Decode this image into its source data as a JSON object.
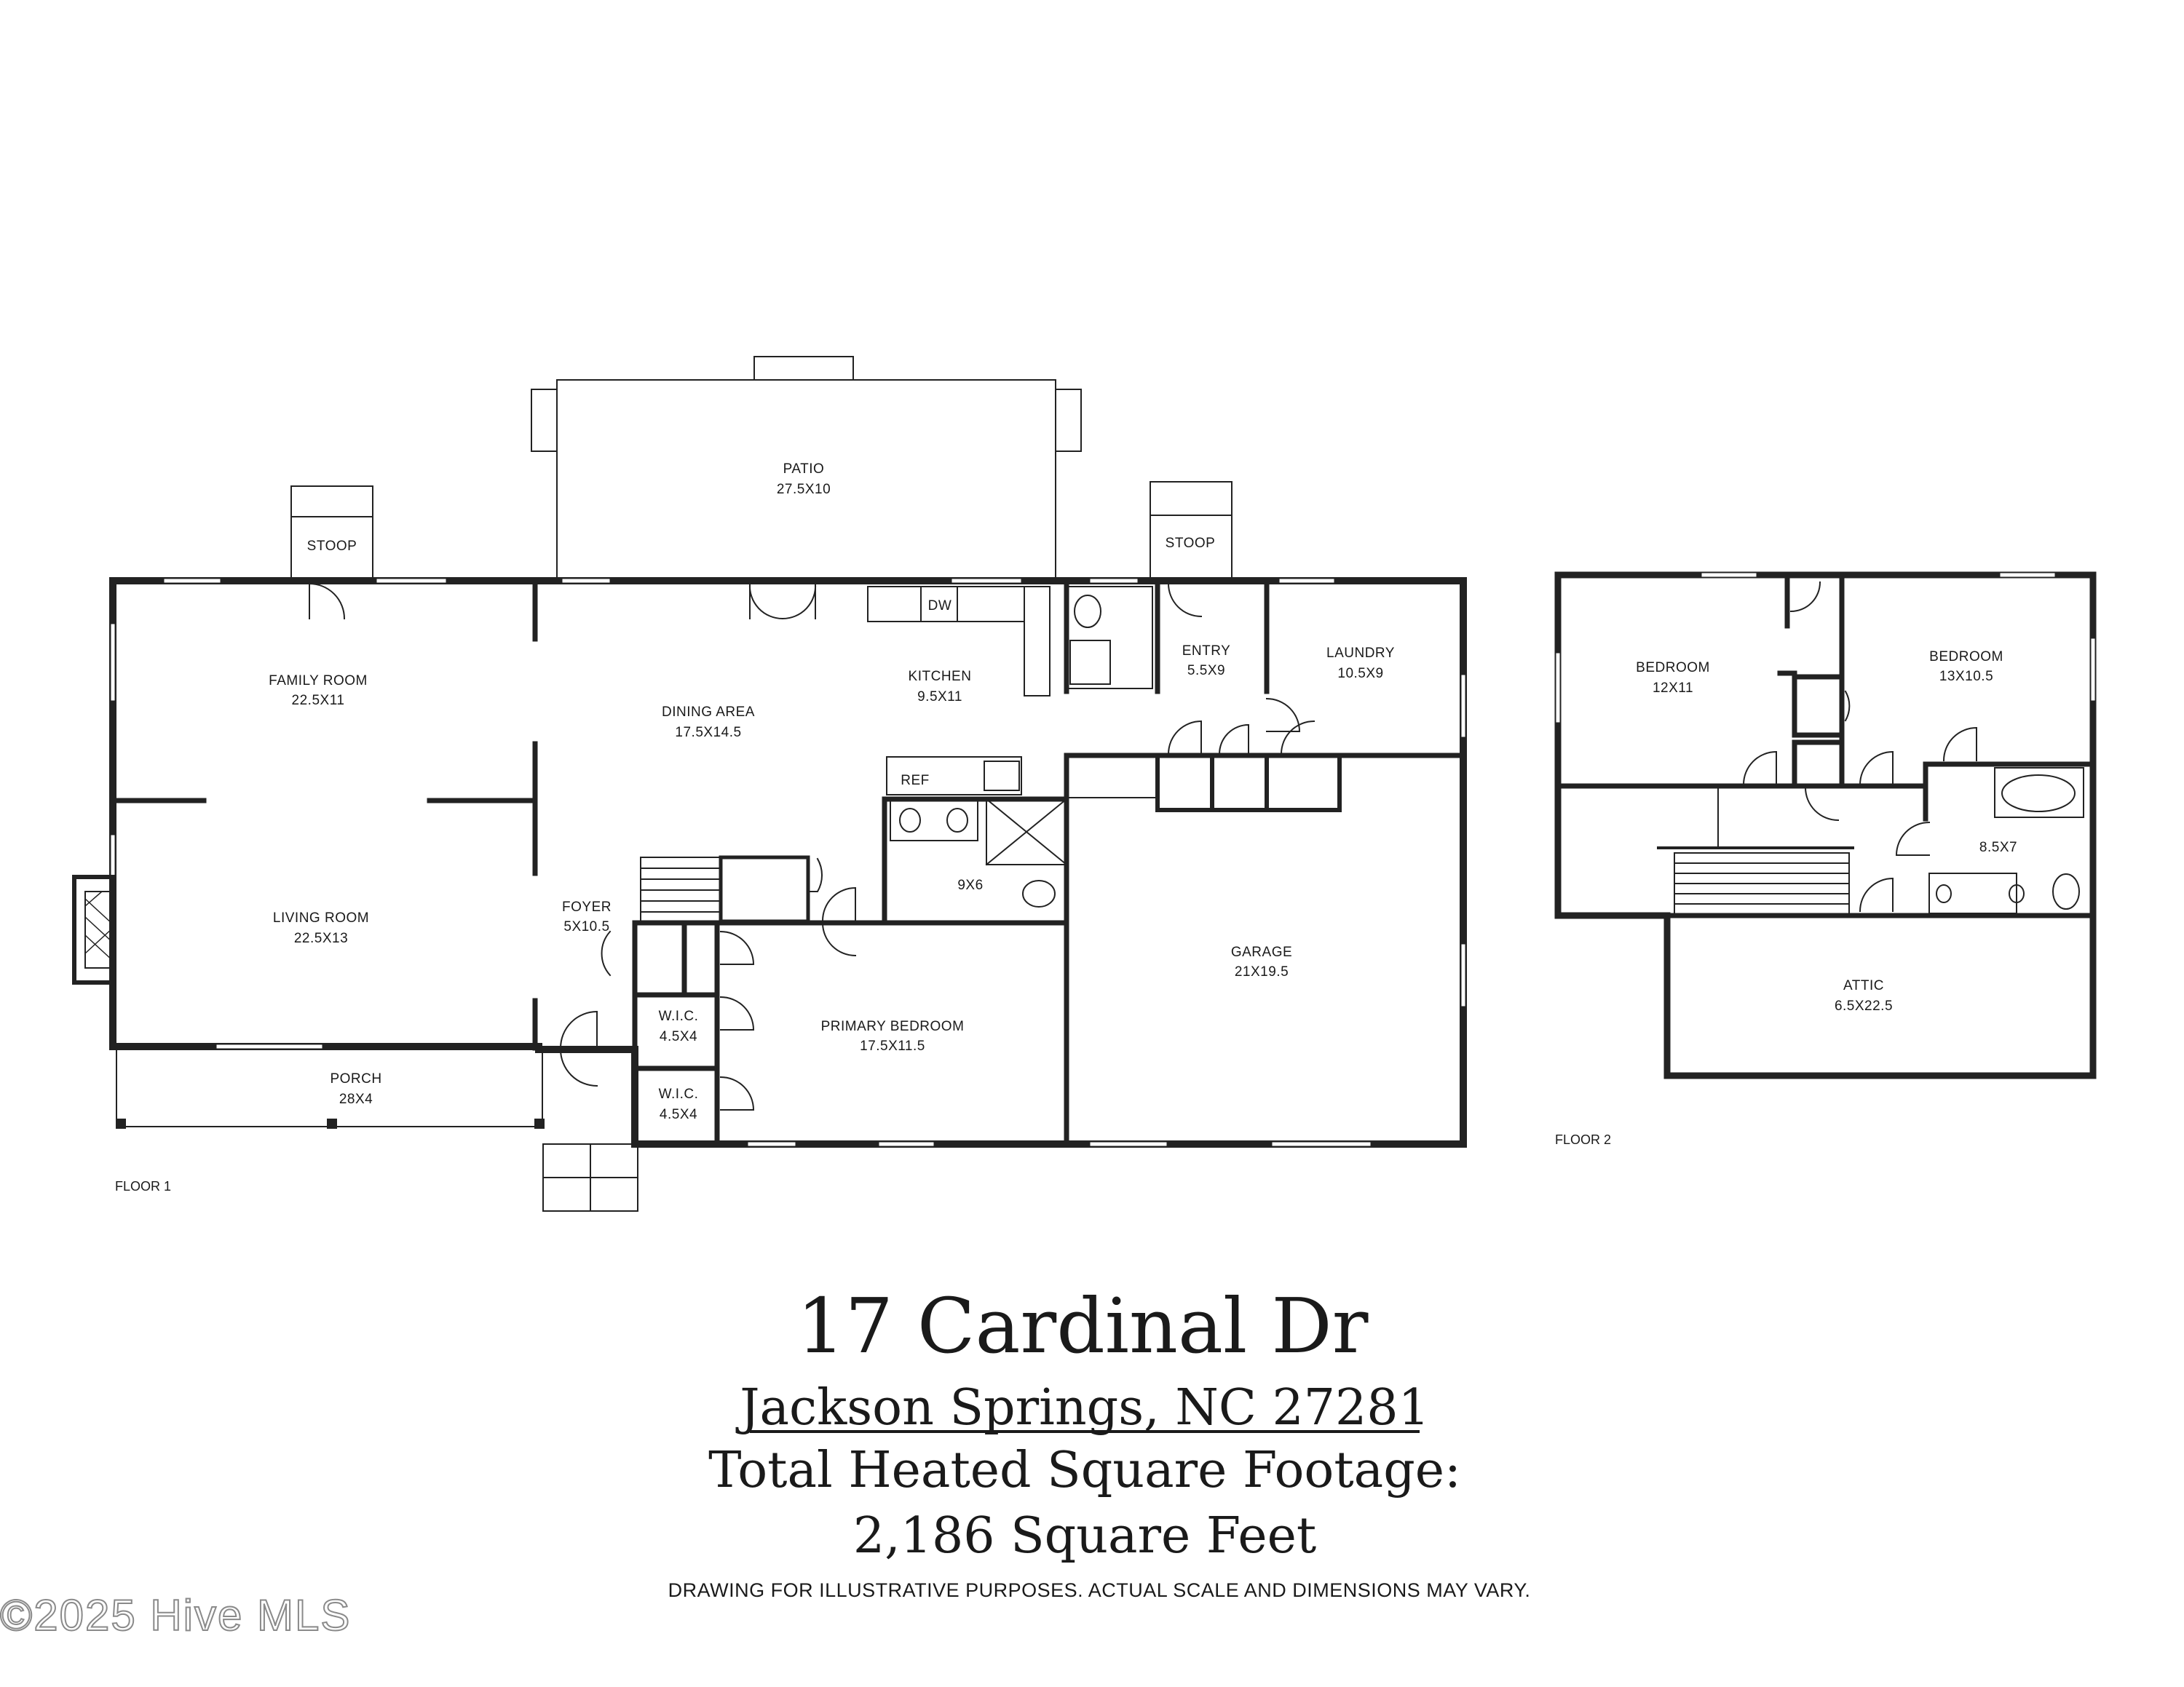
{
  "floor1": {
    "label": "FLOOR 1",
    "rooms": {
      "patio": {
        "name": "PATIO",
        "dim": "27.5X10"
      },
      "stoop_left": {
        "name": "STOOP"
      },
      "stoop_right": {
        "name": "STOOP"
      },
      "family_room": {
        "name": "FAMILY ROOM",
        "dim": "22.5X11"
      },
      "dining_area": {
        "name": "DINING AREA",
        "dim": "17.5X14.5"
      },
      "kitchen": {
        "name": "KITCHEN",
        "dim": "9.5X11"
      },
      "entry": {
        "name": "ENTRY",
        "dim": "5.5X9"
      },
      "laundry": {
        "name": "LAUNDRY",
        "dim": "10.5X9"
      },
      "living_room": {
        "name": "LIVING ROOM",
        "dim": "22.5X13"
      },
      "foyer": {
        "name": "FOYER",
        "dim": "5X10.5"
      },
      "primary_bath": {
        "dim": "9X6"
      },
      "garage": {
        "name": "GARAGE",
        "dim": "21X19.5"
      },
      "wic1": {
        "name": "W.I.C.",
        "dim": "4.5X4"
      },
      "wic2": {
        "name": "W.I.C.",
        "dim": "4.5X4"
      },
      "primary_bedroom": {
        "name": "PRIMARY BEDROOM",
        "dim": "17.5X11.5"
      },
      "porch": {
        "name": "PORCH",
        "dim": "28X4"
      }
    },
    "appliances": {
      "dw": "DW",
      "ref": "REF"
    }
  },
  "floor2": {
    "label": "FLOOR 2",
    "rooms": {
      "bedroom1": {
        "name": "BEDROOM",
        "dim": "12X11"
      },
      "bedroom2": {
        "name": "BEDROOM",
        "dim": "13X10.5"
      },
      "bath": {
        "dim": "8.5X7"
      },
      "attic": {
        "name": "ATTIC",
        "dim": "6.5X22.5"
      }
    }
  },
  "title": {
    "address": "17 Cardinal Dr",
    "city": "Jackson Springs, NC 27281",
    "sqft_label": "Total Heated Square Footage:",
    "sqft_value": "2,186 Square Feet"
  },
  "disclaimer": "DRAWING FOR ILLUSTRATIVE PURPOSES. ACTUAL SCALE AND DIMENSIONS MAY VARY.",
  "watermark": "©2025 Hive MLS",
  "colors": {
    "ink": "#1a1a1a",
    "wall": "#222222",
    "paper": "#ffffff"
  }
}
